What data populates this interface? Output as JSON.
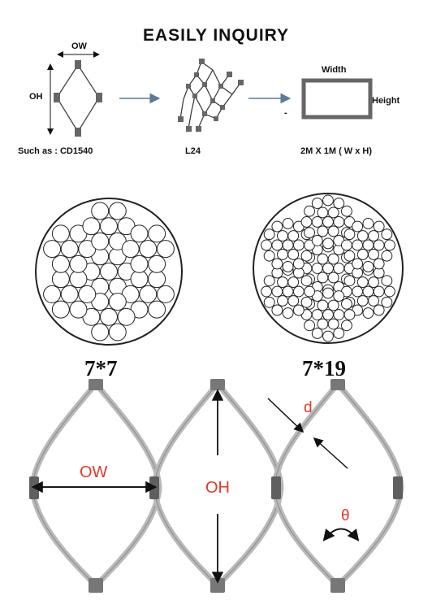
{
  "header": {
    "title": "EASILY  INQUIRY"
  },
  "step1": {
    "ow_label": "OW",
    "oh_label": "OH",
    "caption": "Such as : CD1540"
  },
  "step2": {
    "caption": "L24"
  },
  "step3": {
    "width_label": "Width",
    "height_label": "Height",
    "caption": "2M X 1M  ( W  x H)",
    "mark": "-"
  },
  "construction": [
    {
      "spec": "7*7",
      "strand_count": 7,
      "wires_per_strand": 7
    },
    {
      "spec": "7*19",
      "strand_count": 7,
      "wires_per_strand": 19
    }
  ],
  "mesh": {
    "ow_label": "OW",
    "oh_label": "OH",
    "d_label": "d",
    "theta_label": "θ"
  },
  "colors": {
    "accent": "#e23a2a",
    "arrow": "#5a7a96",
    "ferrule": "#666666",
    "cable": "#b9b9b9"
  }
}
